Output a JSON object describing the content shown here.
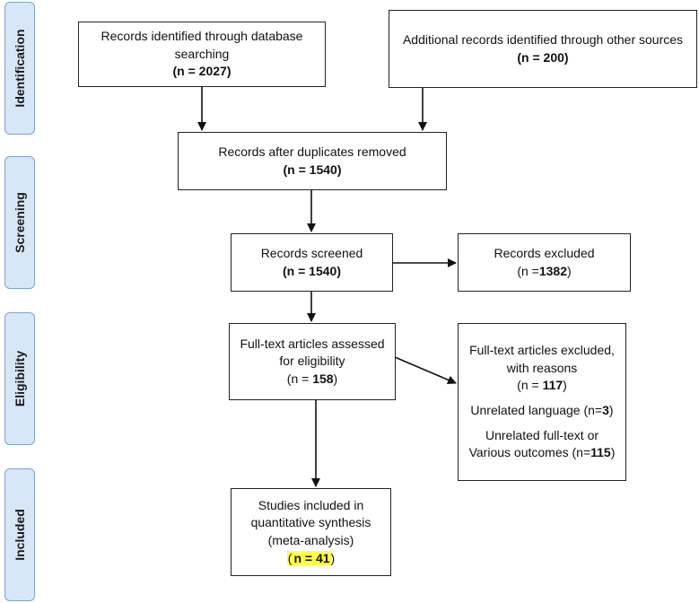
{
  "phases": {
    "identification": "Identification",
    "screening": "Screening",
    "eligibility": "Eligibility",
    "included": "Included"
  },
  "boxes": {
    "db_search": {
      "label": "Records identified through database searching",
      "count": "(n = 2027)"
    },
    "other_sources": {
      "label": "Additional records identified through other sources",
      "count": "(n = 200)"
    },
    "after_duplicates": {
      "label": "Records after duplicates removed",
      "count": "(n = 1540)"
    },
    "screened": {
      "label": "Records screened",
      "count": "(n =  1540)"
    },
    "excluded": {
      "label": "Records excluded",
      "count_prefix": "(n =",
      "count_value": "1382",
      "count_suffix": ")"
    },
    "fulltext_assessed": {
      "line1": "Full-text articles assessed",
      "line2": "for eligibility",
      "count_prefix": "(n = ",
      "count_value": "158",
      "count_suffix": ")"
    },
    "fulltext_excluded": {
      "line1": "Full-text articles excluded,",
      "line2": "with reasons",
      "count_prefix": "(n = ",
      "count_value": "117",
      "count_suffix": ")",
      "reason1_prefix": "Unrelated language (n=",
      "reason1_value": "3",
      "reason1_suffix": ")",
      "reason2_line1": "Unrelated full-text or",
      "reason2_prefix": "Various outcomes (n=",
      "reason2_value": "115",
      "reason2_suffix": ")"
    },
    "included": {
      "line1": "Studies included in",
      "line2": "quantitative synthesis",
      "line3": "(meta-analysis)",
      "count_prefix": "(",
      "count_value": "n = 41",
      "count_suffix": ")"
    }
  }
}
